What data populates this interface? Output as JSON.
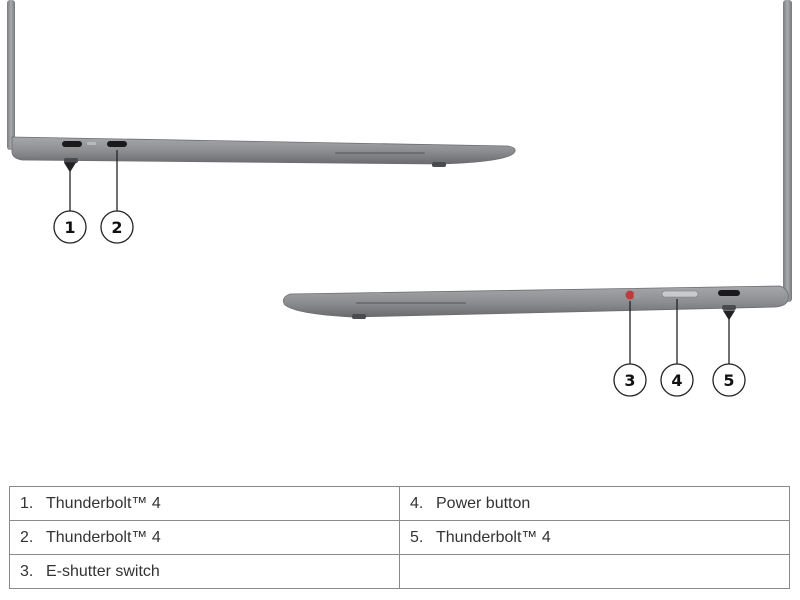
{
  "callouts": [
    "1",
    "2",
    "3",
    "4",
    "5"
  ],
  "legend": {
    "rows": [
      [
        {
          "num": "1.",
          "label": "Thunderbolt™ 4"
        },
        {
          "num": "4.",
          "label": "Power button"
        }
      ],
      [
        {
          "num": "2.",
          "label": "Thunderbolt™ 4"
        },
        {
          "num": "5.",
          "label": "Thunderbolt™ 4"
        }
      ],
      [
        {
          "num": "3.",
          "label": "E-shutter switch"
        },
        {
          "num": "",
          "label": ""
        }
      ]
    ]
  },
  "colors": {
    "chassis": "#8e8f93",
    "chassis_dark": "#5f6064",
    "port": "#1a1a1a",
    "shutter": "#c23a3a",
    "callout_border": "#222222"
  }
}
